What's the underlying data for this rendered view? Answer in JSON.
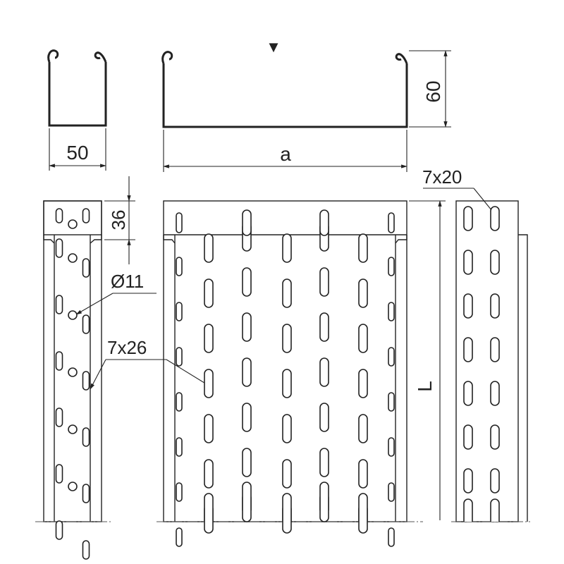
{
  "drawing": {
    "marker": "▼",
    "dimensions": {
      "width_side": "50",
      "width_main": "a",
      "height": "60",
      "end_gap": "36",
      "hole_diameter": "Ø11",
      "slot_side": "7x26",
      "slot_front": "7x20",
      "length": "L"
    },
    "colors": {
      "line": "#222222",
      "background": "#ffffff"
    }
  }
}
